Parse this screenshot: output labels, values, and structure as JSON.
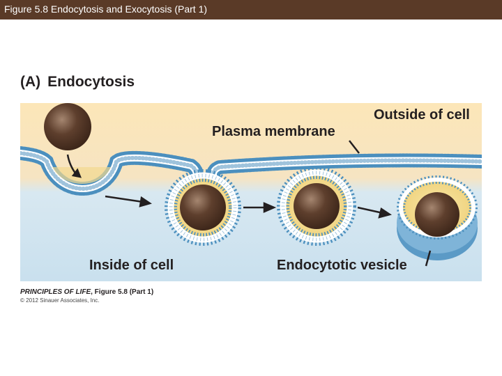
{
  "header": {
    "title": "Figure 5.8  Endocytosis and Exocytosis (Part 1)",
    "background": "#5a3a27"
  },
  "panel": {
    "letter": "(A)",
    "heading": "Endocytosis"
  },
  "labels": {
    "outside": "Outside of cell",
    "membrane": "Plasma membrane",
    "inside": "Inside of cell",
    "vesicle": "Endocytotic vesicle"
  },
  "credit": {
    "book": "PRINCIPLES OF LIFE",
    "figure": ", Figure 5.8 (Part 1)",
    "copyright": "© 2012 Sinauer Associates, Inc."
  },
  "colors": {
    "outside": "#fbe3b0",
    "inside": "#cfe3ef",
    "particle": "#5b3d2c",
    "membrane_head": "#4a90c0",
    "vesicle_lumen": "#f3d98c"
  }
}
